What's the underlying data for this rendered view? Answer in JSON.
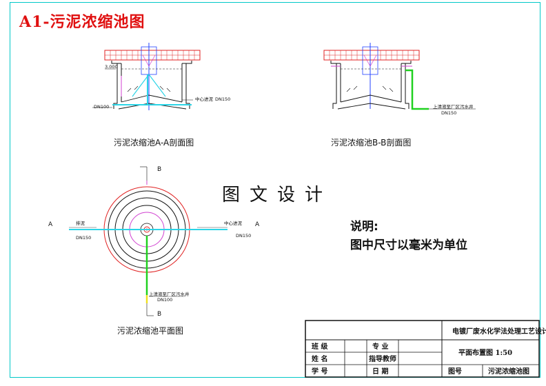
{
  "title": "A1-污泥浓缩池图",
  "section_aa": {
    "caption": "污泥浓缩池A-A剖面图",
    "inlet_label": "中心进泥",
    "inlet_dn": "DN150",
    "outlet_dn": "DN100",
    "level_mark": "3.000"
  },
  "section_bb": {
    "caption": "污泥浓缩池B-B剖面图",
    "overflow_label": "上清液至厂区污水井",
    "overflow_dn": "DN150"
  },
  "plan": {
    "caption": "污泥浓缩池平面图",
    "marker_a": "A",
    "marker_b": "B",
    "left_label": "排泥",
    "left_dn": "DN150",
    "right_label": "中心进泥",
    "right_dn": "DN150",
    "bottom_label": "上清液至厂区污水井",
    "bottom_dn": "DN100"
  },
  "watermark": "图文设计",
  "notes": {
    "heading": "说明:",
    "text": "图中尺寸以毫米为单位"
  },
  "title_block": {
    "project": "电镀厂废水化学法处理工艺设计",
    "drawing_name": "平面布置图 1:50",
    "row1": [
      "班 级",
      "专 业"
    ],
    "row2": [
      "姓 名",
      "指导教师"
    ],
    "row3": [
      "学 号",
      "日 期"
    ],
    "drawing_no_label": "图号",
    "drawing_title": "污泥浓缩池图"
  },
  "colors": {
    "frame": "#00c8c8",
    "title": "#e01010",
    "pipe_cyan": "#2bd4e6",
    "pipe_green": "#1fd11f",
    "magenta": "#d040d0",
    "red": "#e02020",
    "blue": "#2040ff"
  }
}
